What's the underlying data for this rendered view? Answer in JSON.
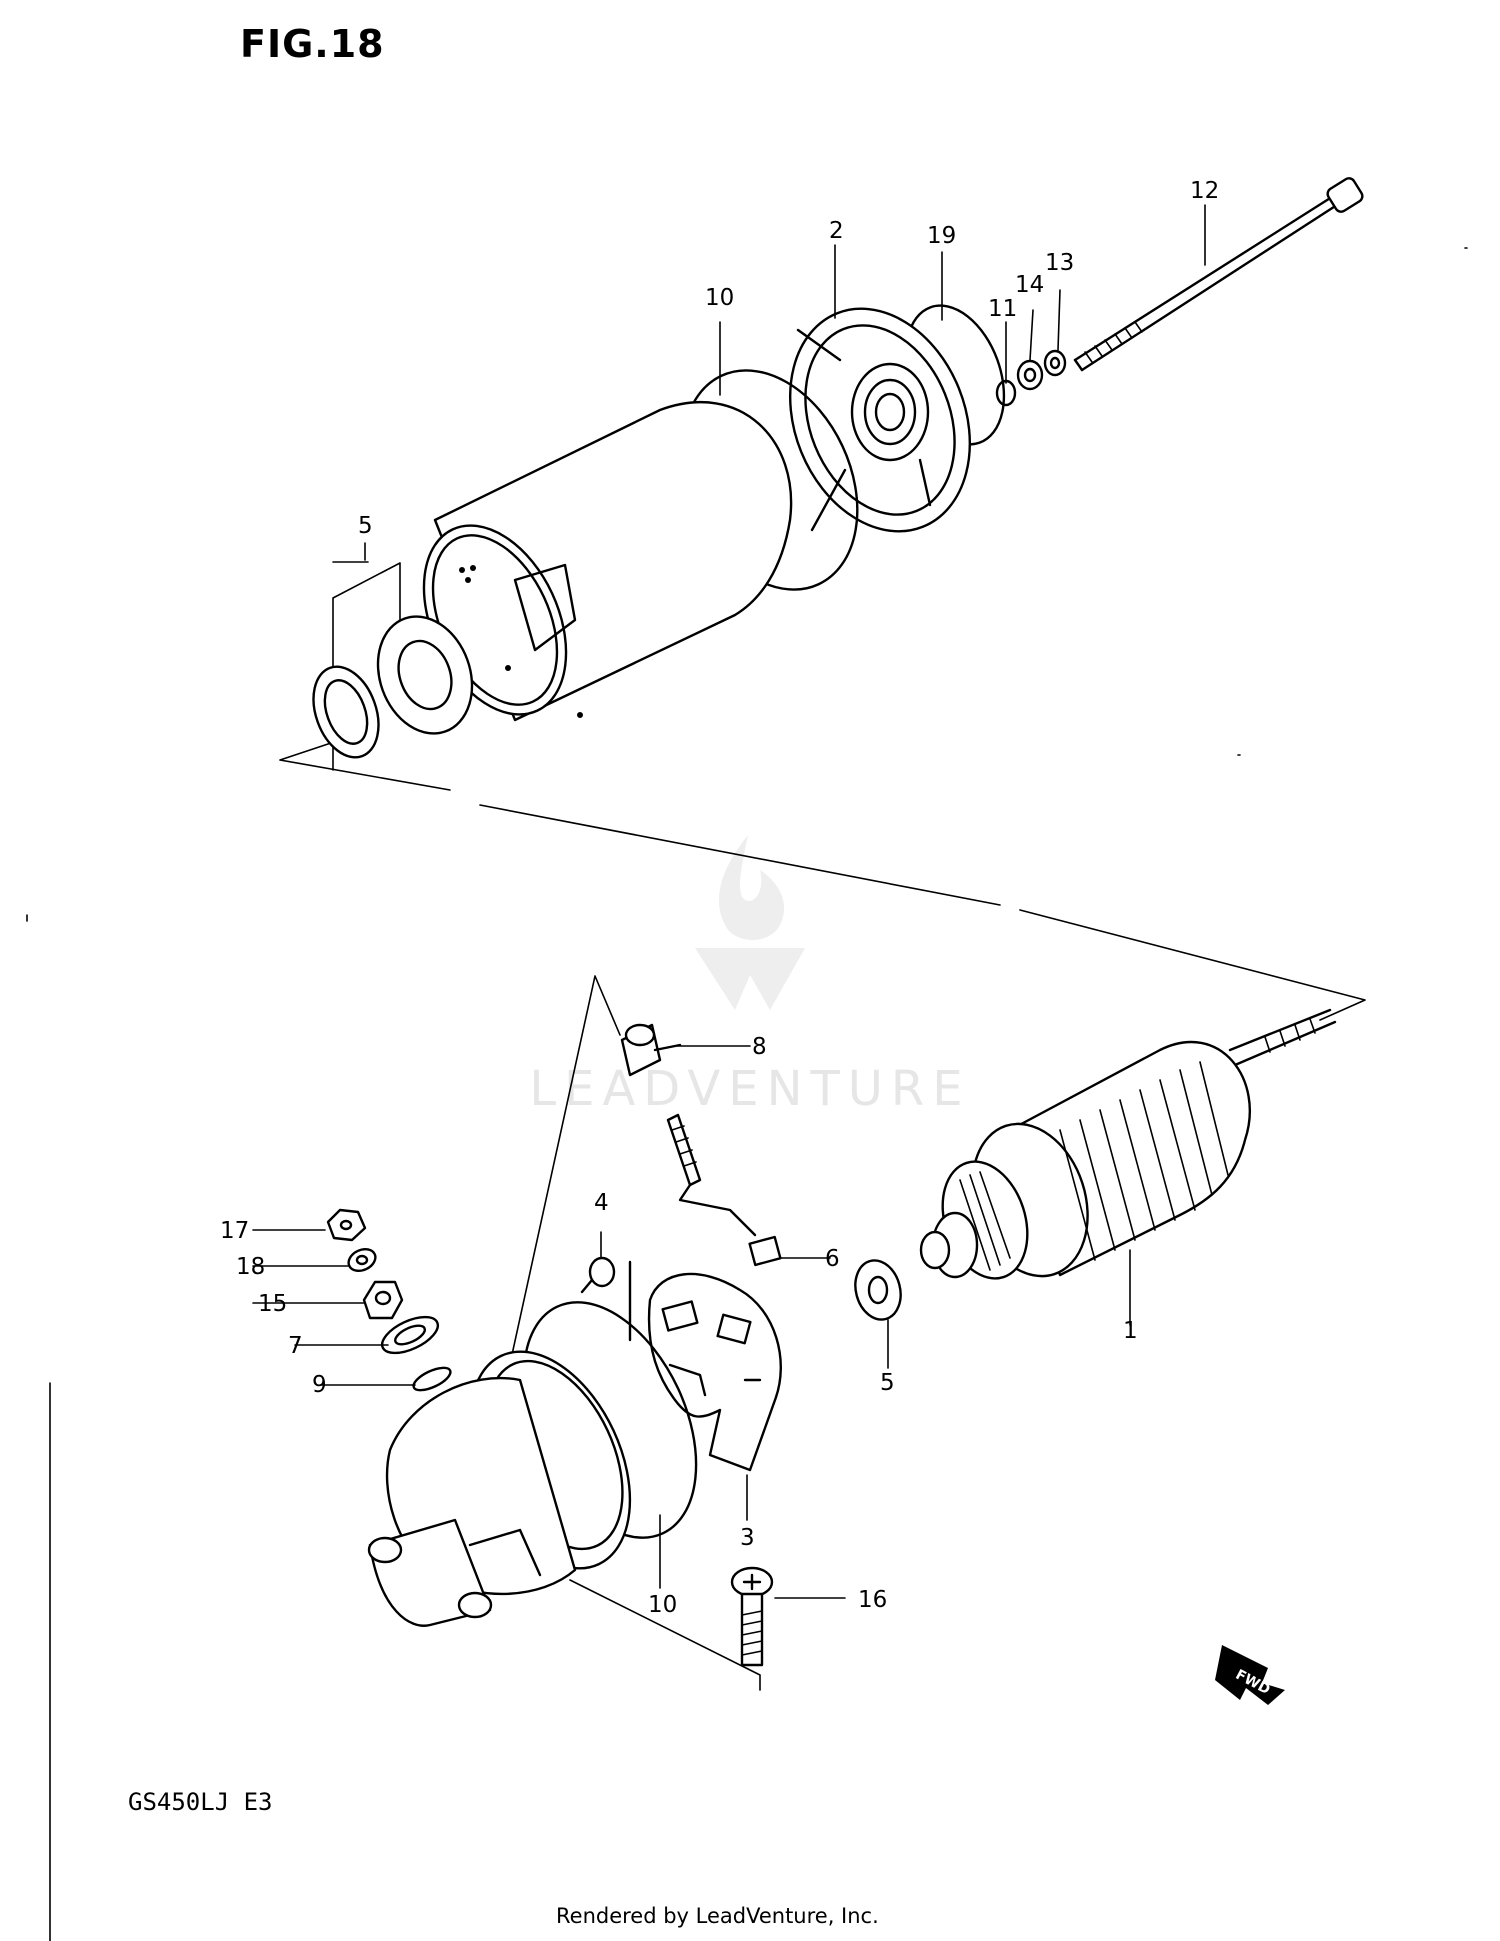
{
  "figure_title": "FIG.18",
  "model_code": "GS450LJ E3",
  "footer": "Rendered by LeadVenture, Inc.",
  "watermark": "LEADVENTURE",
  "direction_tag": "FWD",
  "callouts": {
    "c12": "12",
    "c2": "2",
    "c19": "19",
    "c13": "13",
    "c14": "14",
    "c11": "11",
    "c10a": "10",
    "c5a": "5",
    "c8": "8",
    "c4": "4",
    "c6": "6",
    "c17": "17",
    "c18": "18",
    "c15": "15",
    "c7": "7",
    "c9": "9",
    "c5b": "5",
    "c1": "1",
    "c3": "3",
    "c16": "16",
    "c10b": "10"
  },
  "colors": {
    "line": "#000000",
    "background": "#ffffff",
    "watermark": "#e6e6e6"
  }
}
